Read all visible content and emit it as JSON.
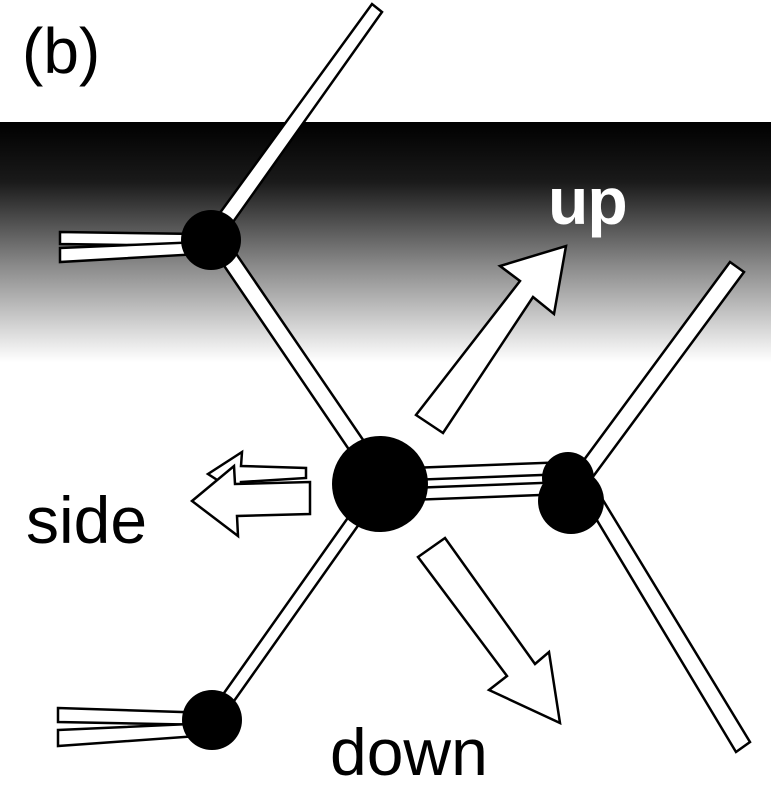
{
  "figure": {
    "panel_label": "(b)",
    "arrow_labels": {
      "up": "up",
      "side": "side",
      "down": "down"
    }
  },
  "colors": {
    "band_top": "#000000",
    "band_bottom": "#ffffff",
    "atom": "#000000",
    "bond_fill": "#ffffff",
    "bond_outline": "#000000"
  }
}
